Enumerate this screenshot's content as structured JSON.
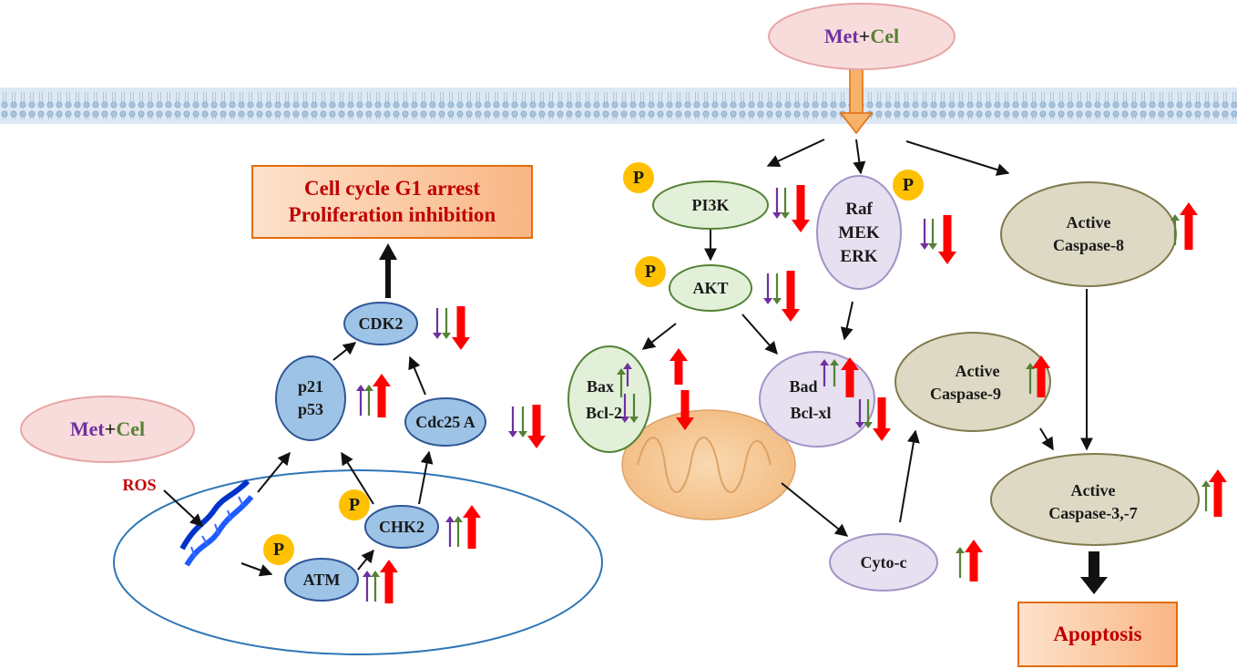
{
  "treatment": {
    "drug1": "Met",
    "plus": "+",
    "drug2": "Cel"
  },
  "ros_label": "ROS",
  "outcome_box": {
    "line1": "Cell cycle G1 arrest",
    "line2": "Proliferation inhibition"
  },
  "apoptosis_box": "Apoptosis",
  "phospho_label": "P",
  "nodes": {
    "cdk2": "CDK2",
    "p21": "p21",
    "p53": "p53",
    "cdc25a": "Cdc25 A",
    "chk2": "CHK2",
    "atm": "ATM",
    "pi3k": "PI3K",
    "akt": "AKT",
    "raf": "Raf",
    "mek": "MEK",
    "erk": "ERK",
    "bax": "Bax",
    "bcl2": "Bcl-2",
    "bad": "Bad",
    "bclxl": "Bcl-xl",
    "cytoc": "Cyto-c",
    "casp8_line1": "Active",
    "casp8_line2": "Caspase-8",
    "casp9_line1": "Active",
    "casp9_line2": "Caspase-9",
    "casp37_line1": "Active",
    "casp37_line2": "Caspase-3,-7"
  },
  "colors": {
    "met": "#7030a0",
    "cel": "#548235",
    "combo_arrow": "#ff0000",
    "blue_node": "#9dc3e6",
    "green_node": "#e2f0d9",
    "lavender_node": "#e6e0f0",
    "olive_node": "#ddd9c4",
    "phospho": "#ffc000",
    "membrane": "#b8d3ea"
  }
}
